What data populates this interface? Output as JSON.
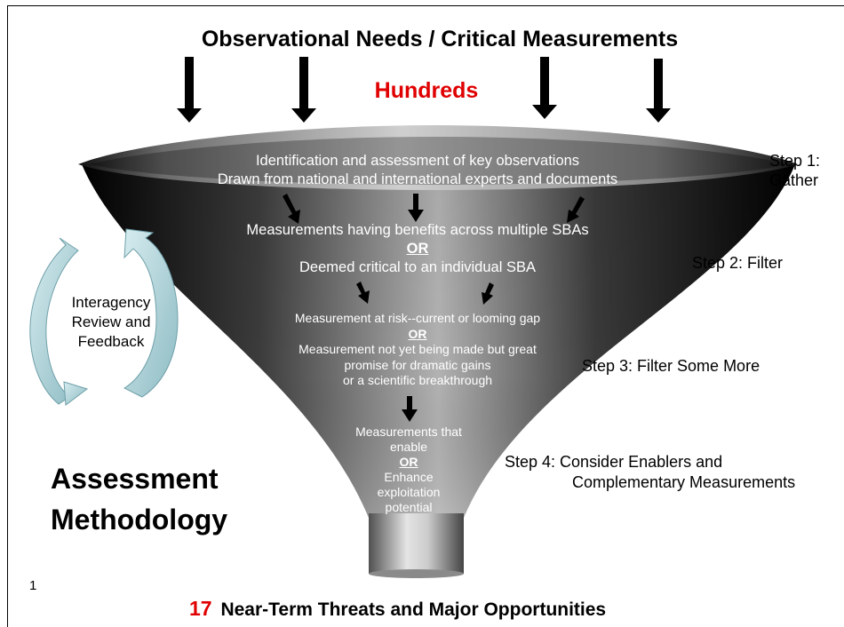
{
  "title": "Observational Needs / Critical Measurements",
  "hundreds": "Hundreds",
  "stage1": {
    "line1": "Identification and assessment of key observations",
    "line2": "Drawn from national and international experts and documents"
  },
  "stage2": {
    "line1": "Measurements having benefits across multiple SBAs",
    "or": "OR",
    "line2": "Deemed critical to an individual SBA"
  },
  "stage3": {
    "line1": "Measurement at risk--current or looming gap",
    "or": "OR",
    "line2": "Measurement not yet being made but great",
    "line3": "promise for dramatic gains",
    "line4": "or a scientific breakthrough"
  },
  "stage4": {
    "line1": "Measurements that",
    "line2": "enable",
    "or": "OR",
    "line3": "Enhance",
    "line4": "exploitation",
    "line5": "potential"
  },
  "steps": {
    "step1_line1": "Step 1:",
    "step1_line2": "Gather",
    "step2": "Step 2:  Filter",
    "step3": "Step 3:  Filter Some More",
    "step4_line1": "Step 4:  Consider Enablers and",
    "step4_line2": "Complementary Measurements"
  },
  "feedback": {
    "line1": "Interagency",
    "line2": "Review and",
    "line3": "Feedback"
  },
  "assessment": {
    "line1": "Assessment",
    "line2": "Methodology"
  },
  "page_number": "1",
  "bottom": {
    "count": "17",
    "text": "Near-Term Threats and Major Opportunities"
  },
  "colors": {
    "highlight_red": "#e00000",
    "cycle_arrow": "#a9ccd2",
    "funnel_dark": "#000000",
    "funnel_light": "#d0d0d0"
  },
  "icons": [
    "down-arrow-icon",
    "cycle-arrow-icon"
  ]
}
